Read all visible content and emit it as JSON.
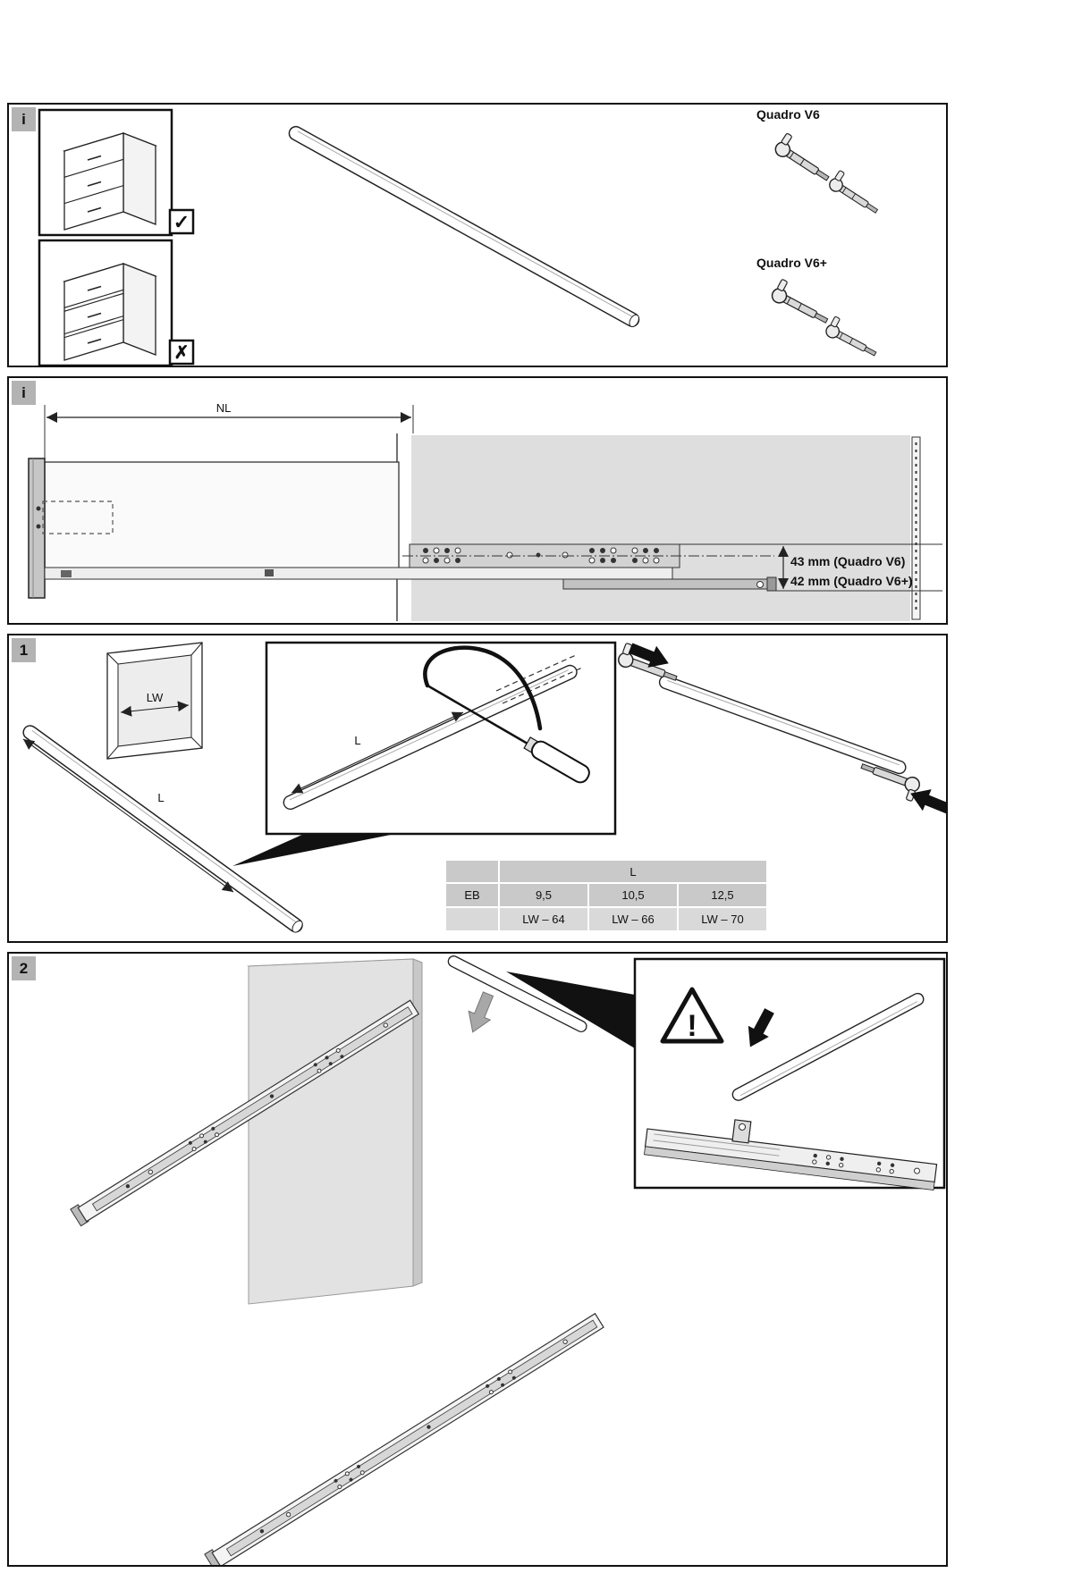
{
  "document": {
    "type": "drawer-runner-assembly-instruction-page"
  },
  "panel_products": {
    "badge": "i",
    "ok_mark": "✓",
    "not_ok_mark": "✗",
    "quadro_v6": "Quadro V6",
    "quadro_v6_plus": "Quadro V6+"
  },
  "panel_dimensions": {
    "badge": "i",
    "nl": "NL",
    "height_v6": "43 mm (Quadro V6)",
    "height_v6_plus": "42 mm (Quadro V6+)"
  },
  "panel_step1": {
    "badge": "1",
    "lw": "LW",
    "l_main": "L",
    "l_inset": "L",
    "table": {
      "l_header": "L",
      "eb_header": "EB",
      "cols": [
        "9,5",
        "10,5",
        "12,5"
      ],
      "vals": [
        "LW – 64",
        "LW – 66",
        "LW – 70"
      ]
    }
  },
  "panel_step2": {
    "badge": "2",
    "warning_mark": "!"
  },
  "icons": {
    "ok": "checkmark",
    "not_ok": "cross",
    "warning": "exclamation-triangle",
    "insert": "black-arrow",
    "mount": "gray-arrow"
  },
  "colors": {
    "panel_border": "#111111",
    "badge_bg": "#b3b3b3",
    "table_cell_bg": "#c9c9c9",
    "table_value_bg": "#d9d9d9",
    "cabinet_gray": "#dedede",
    "arrow_black": "#111111"
  }
}
